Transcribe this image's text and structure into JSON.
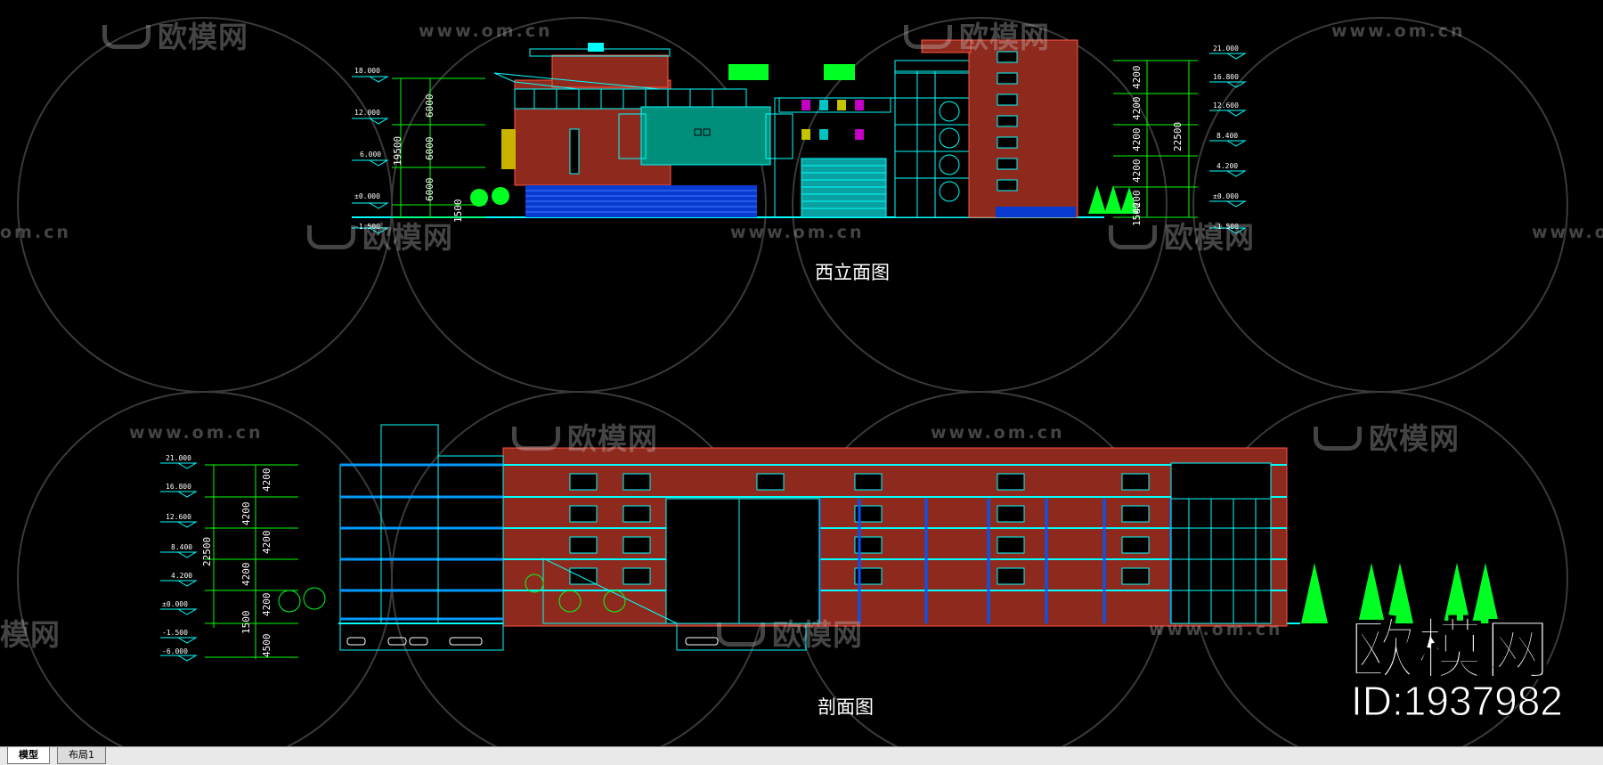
{
  "watermark": {
    "brand": "欧模网",
    "url": "www.om.cn",
    "url_short": "om.cn",
    "brand_partial": "模网"
  },
  "drawings": {
    "elevation": {
      "caption": "西立面图",
      "levels_left": [
        "18.000",
        "12.000",
        "6.000",
        "±0.000",
        "-1.500"
      ],
      "dims_left": [
        "6000",
        "6000",
        "6000",
        "1500"
      ],
      "dim_total_left": "19500",
      "levels_right": [
        "21.000",
        "16.800",
        "12.600",
        "8.400",
        "4.200",
        "±0.000",
        "-1.500"
      ],
      "dims_right": [
        "4200",
        "4200",
        "4200",
        "4200",
        "4200",
        "1500"
      ],
      "dim_total_right": "22500"
    },
    "section": {
      "caption": "剖面图",
      "levels": [
        "21.000",
        "16.800",
        "12.600",
        "8.400",
        "4.200",
        "±0.000",
        "-1.500",
        "-6.000"
      ],
      "dims": [
        "4200",
        "4200",
        "4200",
        "4200",
        "4200",
        "1500",
        "4500"
      ],
      "dim_total": "22500"
    }
  },
  "brand_badge": {
    "name": "欧模网",
    "id": "ID:1937982"
  },
  "tabs": [
    {
      "label": "模型",
      "active": true
    },
    {
      "label": "布局1",
      "active": false
    }
  ],
  "colors": {
    "background": "#000000",
    "line_cyan": "#00ffff",
    "brick": "#8e2a1d",
    "tree_green": "#00ff22",
    "wall_blue": "#0066ff",
    "panel_teal": "#008f7a"
  }
}
